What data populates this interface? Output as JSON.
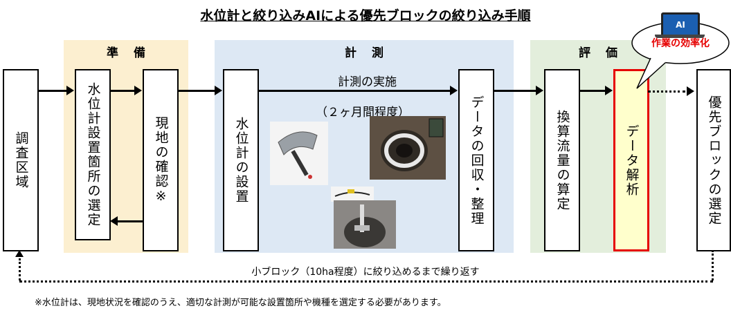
{
  "title": "水位計と絞り込みAIによる優先ブロックの絞り込み手順",
  "sections": {
    "prep": "準備",
    "measure": "計測",
    "evaluate": "評価"
  },
  "boxes": {
    "survey_area": "調査区域",
    "gauge_site_selection": "水位計設置箇所の選定",
    "site_check": "現地の確認※",
    "gauge_install": "水位計の設置",
    "data_collect": "データの回収・整理",
    "flow_calc": "換算流量の算定",
    "data_analysis": "データ解析",
    "priority_block": "優先ブロックの選定"
  },
  "labels": {
    "measure_run": "計測の実施",
    "duration": "（２ヶ月間程度）",
    "loop": "小ブロック（10ha程度）に絞り込めるまで繰り返す",
    "footnote": "※水位計は、現地状況を確認のうえ、適切な計測が可能な設置箇所や機種を選定する必要があります。"
  },
  "callout": {
    "laptop_text": "AI",
    "caption": "作業の効率化"
  },
  "colors": {
    "prep_bg": "#fcefd0",
    "measure_bg": "#dde8f4",
    "evaluate_bg": "#e3eedc",
    "highlight_border": "#e60000",
    "highlight_fill": "#ffffcc"
  }
}
